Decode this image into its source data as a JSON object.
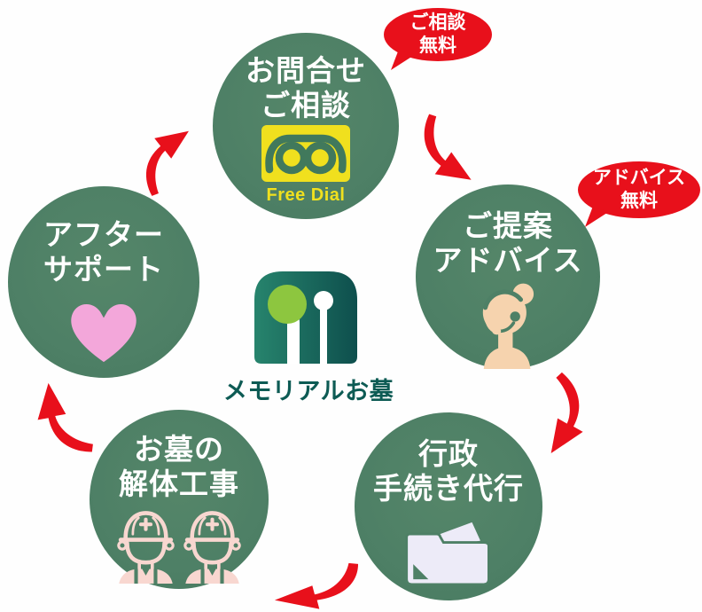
{
  "diagram": {
    "type": "circular-process-flow",
    "center_brand": {
      "logo_text": "メモリアルお墓"
    },
    "steps": [
      {
        "id": "contact",
        "title_line1": "お問合せ",
        "title_line2": "ご相談",
        "icon": "free-dial-icon",
        "icon_caption": "Free Dial",
        "badge": {
          "line1": "ご相談",
          "line2": "無料"
        }
      },
      {
        "id": "proposal",
        "title_line1": "ご提案",
        "title_line2": "アドバイス",
        "icon": "operator-headset-icon",
        "badge": {
          "line1": "アドバイス",
          "line2": "無料"
        }
      },
      {
        "id": "admin-procedures",
        "title_line1": "行政",
        "title_line2": "手続き代行",
        "icon": "documents-folder-icon"
      },
      {
        "id": "demolition",
        "title_line1": "お墓の",
        "title_line2": "解体工事",
        "icon": "construction-workers-icon"
      },
      {
        "id": "after-support",
        "title_line1": "アフター",
        "title_line2": "サポート",
        "icon": "heart-icon"
      }
    ],
    "flow_order": [
      "contact",
      "proposal",
      "admin-procedures",
      "demolition",
      "after-support"
    ],
    "colors": {
      "circle_green": "#4e8066",
      "arrow_red": "#e8101b",
      "badge_red": "#e8101b",
      "free_dial_yellow": "#f0e01e",
      "free_dial_symbol_green": "#41795c",
      "heart_pink": "#f3a7da",
      "worker_pink": "#f8d7d0",
      "operator_cream": "#f6d3ae",
      "folder_lavender": "#edebf8",
      "logo_green_circle": "#8dc63f",
      "logo_teal_light": "#27846d",
      "logo_teal_dark": "#0e4f4d",
      "logo_text_teal": "#0d5b54"
    }
  }
}
